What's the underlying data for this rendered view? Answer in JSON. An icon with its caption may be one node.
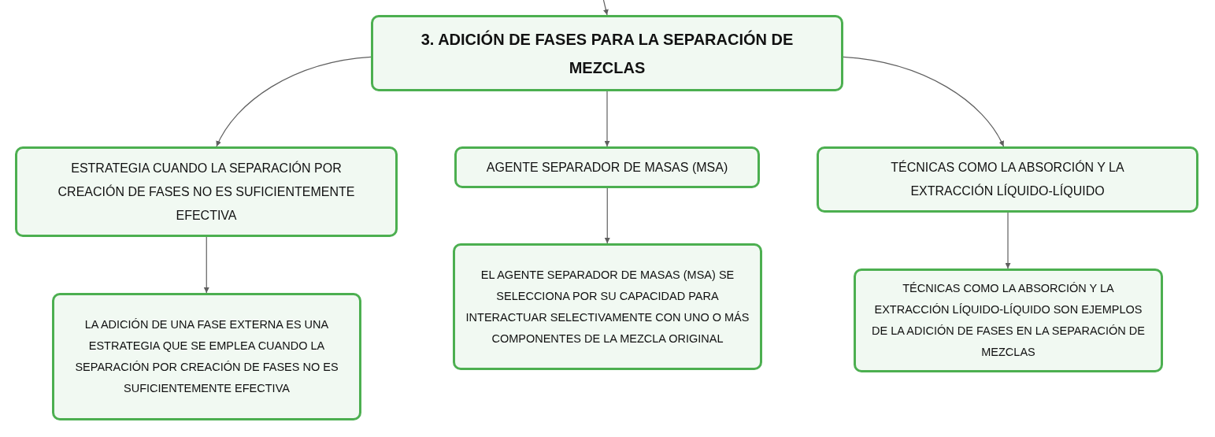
{
  "diagram": {
    "nodes": [
      {
        "text": [
          "3. ADICIÓN DE FASES PARA LA SEPARACIÓN DE MEZCLAS"
        ]
      },
      {
        "text": [
          "ESTRATEGIA CUANDO LA SEPARACIÓN POR CREACIÓN DE FASES NO ES SUFICIENTEMENTE EFECTIVA"
        ]
      },
      {
        "text": [
          "AGENTE SEPARADOR DE MASAS (MSA)"
        ]
      },
      {
        "text": [
          "TÉCNICAS COMO LA ABSORCIÓN Y LA EXTRACCIÓN LÍQUIDO-LÍQUIDO"
        ]
      },
      {
        "text": [
          "LA ADICIÓN DE UNA FASE EXTERNA ES UNA ESTRATEGIA QUE SE EMPLEA CUANDO LA SEPARACIÓN POR CREACIÓN DE FASES NO ES SUFICIENTEMENTE EFECTIVA"
        ]
      },
      {
        "text": [
          "EL AGENTE SEPARADOR DE MASAS (MSA) SE SELECCIONA POR SU CAPACIDAD PARA INTERACTUAR SELECTIVAMENTE CON UNO O MÁS COMPONENTES DE LA MEZCLA ORIGINAL"
        ]
      },
      {
        "text": [
          "TÉCNICAS COMO LA ABSORCIÓN Y LA EXTRACCIÓN LÍQUIDO-LÍQUIDO SON EJEMPLOS DE LA ADICIÓN DE FASES EN LA SEPARACIÓN DE MEZCLAS"
        ]
      }
    ],
    "edges": [
      {
        "from": null,
        "to": 0,
        "arrow": "to"
      },
      {
        "from": 0,
        "to": 1,
        "arrow": "to"
      },
      {
        "from": 0,
        "to": 2,
        "arrow": "to"
      },
      {
        "from": 0,
        "to": 3,
        "arrow": "to"
      },
      {
        "from": 1,
        "to": 4,
        "arrow": "to"
      },
      {
        "from": 2,
        "to": 5,
        "arrow": "to"
      },
      {
        "from": 3,
        "to": 6,
        "arrow": "to"
      }
    ]
  }
}
